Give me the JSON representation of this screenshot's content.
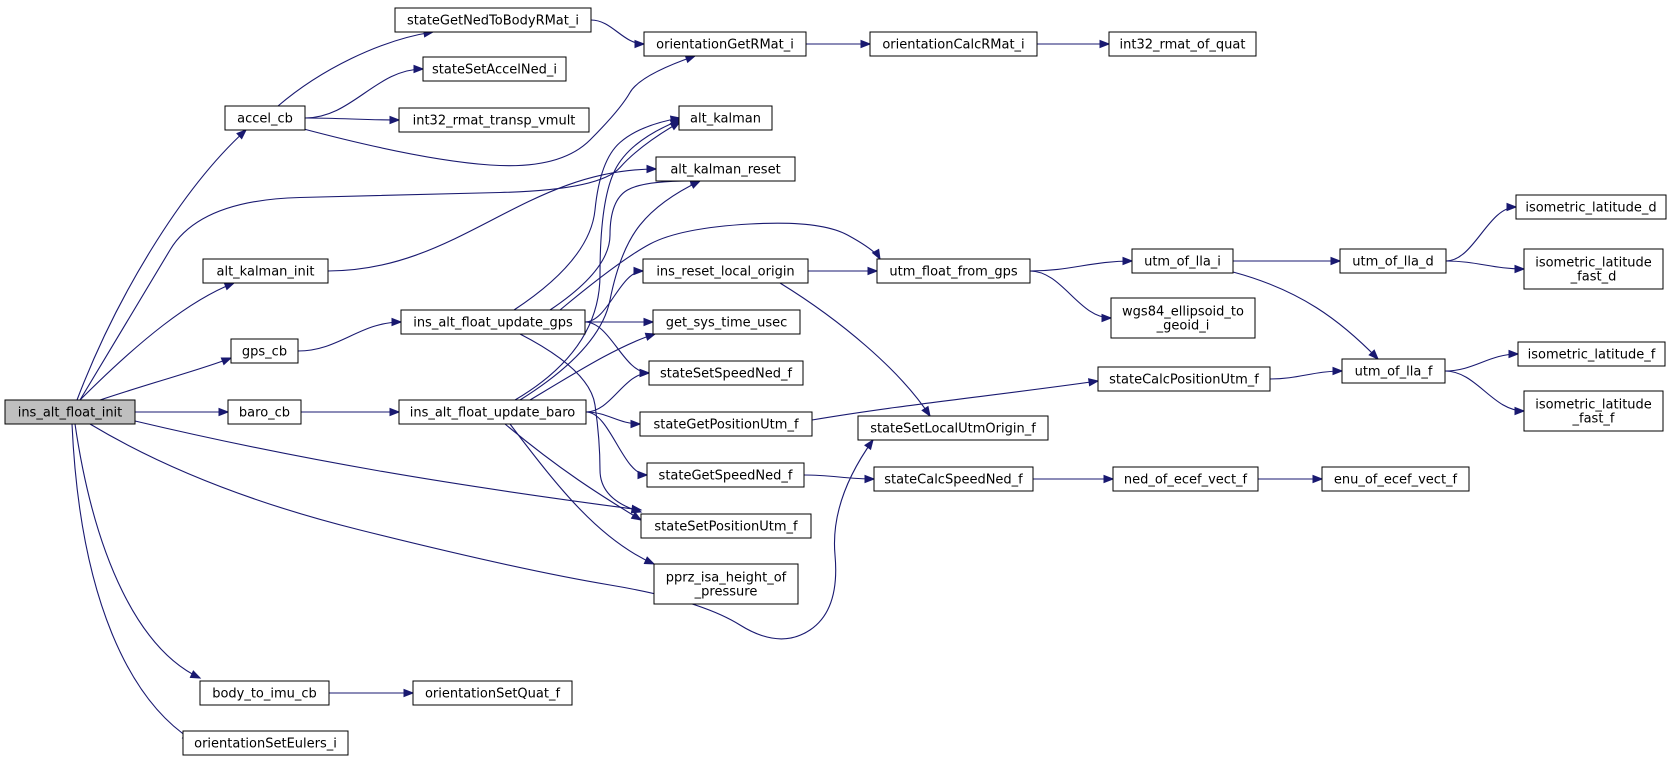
{
  "graph": {
    "type": "call-graph",
    "root": "ins_alt_float_init",
    "edge_color": "#191970",
    "root_fill": "#bfbfbf",
    "nodes": [
      {
        "id": "ins_alt_float_init",
        "lines": [
          "ins_alt_float_init"
        ]
      },
      {
        "id": "accel_cb",
        "lines": [
          "accel_cb"
        ]
      },
      {
        "id": "alt_kalman_init",
        "lines": [
          "alt_kalman_init"
        ]
      },
      {
        "id": "gps_cb",
        "lines": [
          "gps_cb"
        ]
      },
      {
        "id": "baro_cb",
        "lines": [
          "baro_cb"
        ]
      },
      {
        "id": "body_to_imu_cb",
        "lines": [
          "body_to_imu_cb"
        ]
      },
      {
        "id": "orientationSetEulers_i",
        "lines": [
          "orientationSetEulers_i"
        ]
      },
      {
        "id": "stateGetNedToBodyRMat_i",
        "lines": [
          "stateGetNedToBodyRMat_i"
        ]
      },
      {
        "id": "stateSetAccelNed_i",
        "lines": [
          "stateSetAccelNed_i"
        ]
      },
      {
        "id": "int32_rmat_transp_vmult",
        "lines": [
          "int32_rmat_transp_vmult"
        ]
      },
      {
        "id": "ins_alt_float_update_gps",
        "lines": [
          "ins_alt_float_update_gps"
        ]
      },
      {
        "id": "ins_alt_float_update_baro",
        "lines": [
          "ins_alt_float_update_baro"
        ]
      },
      {
        "id": "orientationSetQuat_f",
        "lines": [
          "orientationSetQuat_f"
        ]
      },
      {
        "id": "orientationGetRMat_i",
        "lines": [
          "orientationGetRMat_i"
        ]
      },
      {
        "id": "alt_kalman",
        "lines": [
          "alt_kalman"
        ]
      },
      {
        "id": "alt_kalman_reset",
        "lines": [
          "alt_kalman_reset"
        ]
      },
      {
        "id": "ins_reset_local_origin",
        "lines": [
          "ins_reset_local_origin"
        ]
      },
      {
        "id": "get_sys_time_usec",
        "lines": [
          "get_sys_time_usec"
        ]
      },
      {
        "id": "stateSetSpeedNed_f",
        "lines": [
          "stateSetSpeedNed_f"
        ]
      },
      {
        "id": "stateGetPositionUtm_f",
        "lines": [
          "stateGetPositionUtm_f"
        ]
      },
      {
        "id": "stateGetSpeedNed_f",
        "lines": [
          "stateGetSpeedNed_f"
        ]
      },
      {
        "id": "stateSetPositionUtm_f",
        "lines": [
          "stateSetPositionUtm_f"
        ]
      },
      {
        "id": "pprz_isa_height_of_pressure",
        "lines": [
          "pprz_isa_height_of",
          "_pressure"
        ]
      },
      {
        "id": "orientationCalcRMat_i",
        "lines": [
          "orientationCalcRMat_i"
        ]
      },
      {
        "id": "utm_float_from_gps",
        "lines": [
          "utm_float_from_gps"
        ]
      },
      {
        "id": "stateSetLocalUtmOrigin_f",
        "lines": [
          "stateSetLocalUtmOrigin_f"
        ]
      },
      {
        "id": "stateCalcSpeedNed_f",
        "lines": [
          "stateCalcSpeedNed_f"
        ]
      },
      {
        "id": "int32_rmat_of_quat",
        "lines": [
          "int32_rmat_of_quat"
        ]
      },
      {
        "id": "utm_of_lla_i",
        "lines": [
          "utm_of_lla_i"
        ]
      },
      {
        "id": "wgs84_ellipsoid_to_geoid_i",
        "lines": [
          "wgs84_ellipsoid_to",
          "_geoid_i"
        ]
      },
      {
        "id": "stateCalcPositionUtm_f",
        "lines": [
          "stateCalcPositionUtm_f"
        ]
      },
      {
        "id": "ned_of_ecef_vect_f",
        "lines": [
          "ned_of_ecef_vect_f"
        ]
      },
      {
        "id": "utm_of_lla_d",
        "lines": [
          "utm_of_lla_d"
        ]
      },
      {
        "id": "utm_of_lla_f",
        "lines": [
          "utm_of_lla_f"
        ]
      },
      {
        "id": "enu_of_ecef_vect_f",
        "lines": [
          "enu_of_ecef_vect_f"
        ]
      },
      {
        "id": "isometric_latitude_d",
        "lines": [
          "isometric_latitude_d"
        ]
      },
      {
        "id": "isometric_latitude_fast_d",
        "lines": [
          "isometric_latitude",
          "_fast_d"
        ]
      },
      {
        "id": "isometric_latitude_f",
        "lines": [
          "isometric_latitude_f"
        ]
      },
      {
        "id": "isometric_latitude_fast_f",
        "lines": [
          "isometric_latitude",
          "_fast_f"
        ]
      }
    ],
    "edges": [
      {
        "from": "ins_alt_float_init",
        "to": "accel_cb"
      },
      {
        "from": "ins_alt_float_init",
        "to": "alt_kalman"
      },
      {
        "from": "ins_alt_float_init",
        "to": "alt_kalman_init"
      },
      {
        "from": "ins_alt_float_init",
        "to": "gps_cb"
      },
      {
        "from": "ins_alt_float_init",
        "to": "baro_cb"
      },
      {
        "from": "ins_alt_float_init",
        "to": "stateSetPositionUtm_f"
      },
      {
        "from": "ins_alt_float_init",
        "to": "stateSetLocalUtmOrigin_f"
      },
      {
        "from": "ins_alt_float_init",
        "to": "body_to_imu_cb"
      },
      {
        "from": "ins_alt_float_init",
        "to": "orientationSetEulers_i"
      },
      {
        "from": "accel_cb",
        "to": "stateGetNedToBodyRMat_i"
      },
      {
        "from": "accel_cb",
        "to": "stateSetAccelNed_i"
      },
      {
        "from": "accel_cb",
        "to": "int32_rmat_transp_vmult"
      },
      {
        "from": "accel_cb",
        "to": "orientationGetRMat_i"
      },
      {
        "from": "stateGetNedToBodyRMat_i",
        "to": "orientationGetRMat_i"
      },
      {
        "from": "orientationGetRMat_i",
        "to": "orientationCalcRMat_i"
      },
      {
        "from": "orientationCalcRMat_i",
        "to": "int32_rmat_of_quat"
      },
      {
        "from": "alt_kalman_init",
        "to": "alt_kalman_reset"
      },
      {
        "from": "gps_cb",
        "to": "ins_alt_float_update_gps"
      },
      {
        "from": "baro_cb",
        "to": "ins_alt_float_update_baro"
      },
      {
        "from": "ins_alt_float_update_gps",
        "to": "alt_kalman"
      },
      {
        "from": "ins_alt_float_update_gps",
        "to": "alt_kalman_reset"
      },
      {
        "from": "ins_alt_float_update_gps",
        "to": "utm_float_from_gps"
      },
      {
        "from": "ins_alt_float_update_gps",
        "to": "ins_reset_local_origin"
      },
      {
        "from": "ins_alt_float_update_gps",
        "to": "get_sys_time_usec"
      },
      {
        "from": "ins_alt_float_update_gps",
        "to": "stateSetSpeedNed_f"
      },
      {
        "from": "ins_alt_float_update_gps",
        "to": "stateSetPositionUtm_f"
      },
      {
        "from": "ins_alt_float_update_baro",
        "to": "alt_kalman"
      },
      {
        "from": "ins_alt_float_update_baro",
        "to": "alt_kalman_reset"
      },
      {
        "from": "ins_alt_float_update_baro",
        "to": "get_sys_time_usec"
      },
      {
        "from": "ins_alt_float_update_baro",
        "to": "stateSetSpeedNed_f"
      },
      {
        "from": "ins_alt_float_update_baro",
        "to": "stateGetPositionUtm_f"
      },
      {
        "from": "ins_alt_float_update_baro",
        "to": "stateGetSpeedNed_f"
      },
      {
        "from": "ins_alt_float_update_baro",
        "to": "stateSetPositionUtm_f"
      },
      {
        "from": "ins_alt_float_update_baro",
        "to": "pprz_isa_height_of_pressure"
      },
      {
        "from": "ins_reset_local_origin",
        "to": "utm_float_from_gps"
      },
      {
        "from": "ins_reset_local_origin",
        "to": "stateSetLocalUtmOrigin_f"
      },
      {
        "from": "utm_float_from_gps",
        "to": "utm_of_lla_i"
      },
      {
        "from": "utm_float_from_gps",
        "to": "wgs84_ellipsoid_to_geoid_i"
      },
      {
        "from": "utm_of_lla_i",
        "to": "utm_of_lla_d"
      },
      {
        "from": "utm_of_lla_i",
        "to": "utm_of_lla_f"
      },
      {
        "from": "utm_of_lla_d",
        "to": "isometric_latitude_d"
      },
      {
        "from": "utm_of_lla_d",
        "to": "isometric_latitude_fast_d"
      },
      {
        "from": "utm_of_lla_f",
        "to": "isometric_latitude_f"
      },
      {
        "from": "utm_of_lla_f",
        "to": "isometric_latitude_fast_f"
      },
      {
        "from": "stateGetPositionUtm_f",
        "to": "stateCalcPositionUtm_f"
      },
      {
        "from": "stateCalcPositionUtm_f",
        "to": "utm_of_lla_f"
      },
      {
        "from": "stateGetSpeedNed_f",
        "to": "stateCalcSpeedNed_f"
      },
      {
        "from": "stateCalcSpeedNed_f",
        "to": "ned_of_ecef_vect_f"
      },
      {
        "from": "ned_of_ecef_vect_f",
        "to": "enu_of_ecef_vect_f"
      },
      {
        "from": "body_to_imu_cb",
        "to": "orientationSetQuat_f"
      }
    ]
  }
}
